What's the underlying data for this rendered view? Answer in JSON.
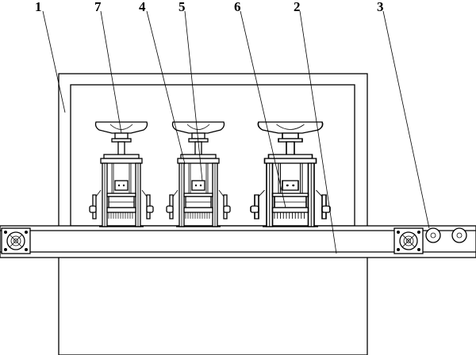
{
  "diagram": {
    "callouts": [
      {
        "id": "c1",
        "text": "1"
      },
      {
        "id": "c7",
        "text": "7"
      },
      {
        "id": "c4",
        "text": "4"
      },
      {
        "id": "c5",
        "text": "5"
      },
      {
        "id": "c6",
        "text": "6"
      },
      {
        "id": "c2",
        "text": "2"
      },
      {
        "id": "c3",
        "text": "3"
      }
    ],
    "colors": {
      "line": "#000000",
      "background": "#ffffff"
    }
  }
}
